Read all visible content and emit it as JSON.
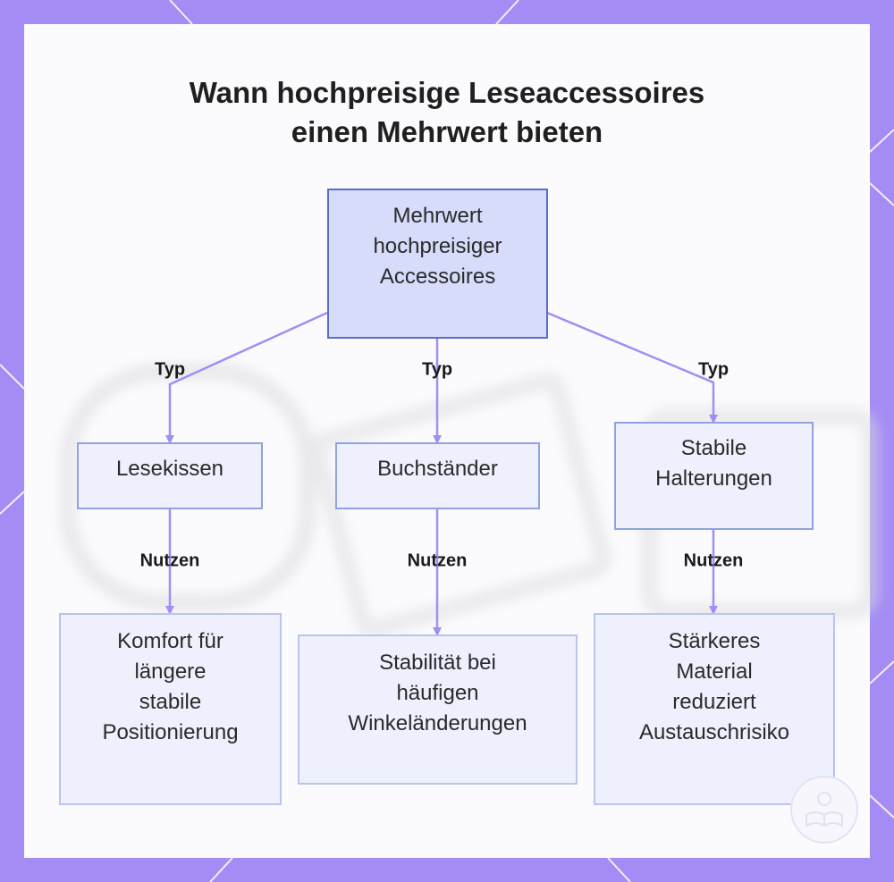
{
  "title": [
    "Wann hochpreisige Leseaccessoires",
    "einen Mehrwert bieten"
  ],
  "colors": {
    "frame": "#a48cf4",
    "card": "#fbfbfd",
    "edge": "#a48cf4",
    "root_fill": "#d7dcfb",
    "root_border": "#5b6dc8",
    "node_fill": "#eef1fd",
    "node_border": "#8fa3e0"
  },
  "nodes": {
    "root": [
      "Mehrwert",
      "hochpreisiger",
      "Accessoires"
    ],
    "lesekissen": [
      "Lesekissen"
    ],
    "buchstaender": [
      "Buchständer"
    ],
    "halterungen": [
      "Stabile",
      "Halterungen"
    ],
    "komfort": [
      "Komfort für",
      "längere",
      "stabile",
      "Positionierung"
    ],
    "stabilitaet": [
      "Stabilität bei",
      "häufigen",
      "Winkeländerungen"
    ],
    "material": [
      "Stärkeres",
      "Material",
      "reduziert",
      "Austauschrisiko"
    ]
  },
  "edges": [
    {
      "from": "root",
      "to": "lesekissen",
      "label": "Typ"
    },
    {
      "from": "root",
      "to": "buchstaender",
      "label": "Typ"
    },
    {
      "from": "root",
      "to": "halterungen",
      "label": "Typ"
    },
    {
      "from": "lesekissen",
      "to": "komfort",
      "label": "Nutzen"
    },
    {
      "from": "buchstaender",
      "to": "stabilitaet",
      "label": "Nutzen"
    },
    {
      "from": "halterungen",
      "to": "material",
      "label": "Nutzen"
    }
  ],
  "logo_icon": "book-reader-icon"
}
